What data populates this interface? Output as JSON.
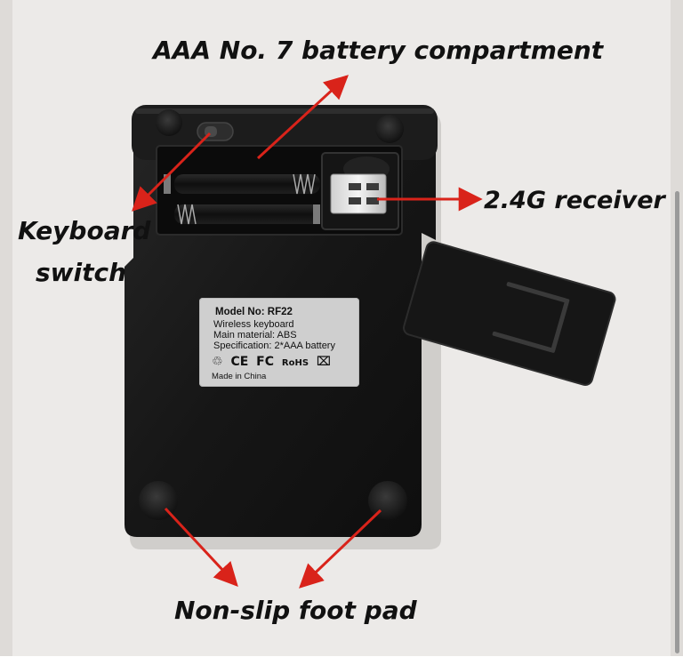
{
  "annotations": {
    "battery_compartment": "AAA No. 7 battery compartment",
    "receiver": "2.4G receiver",
    "switch_line1": "Keyboard",
    "switch_line2": "switch",
    "foot_pad": "Non-slip foot pad"
  },
  "product_label": {
    "model": "Model No: RF22",
    "name": "Wireless keyboard",
    "material": "Main material: ABS",
    "specification": "Specification: 2*AAA battery",
    "cert_recycle_icon": "recycle-icon",
    "cert_ce": "CE",
    "cert_fc": "FC",
    "cert_rohs": "RoHS",
    "cert_weee_icon": "crossed-bin-icon",
    "origin": "Made in China"
  },
  "colors": {
    "background": "#eceae8",
    "device_body": "#1a1a1a",
    "arrow": "#d9231a",
    "label_sticker": "#cfcfcf"
  }
}
